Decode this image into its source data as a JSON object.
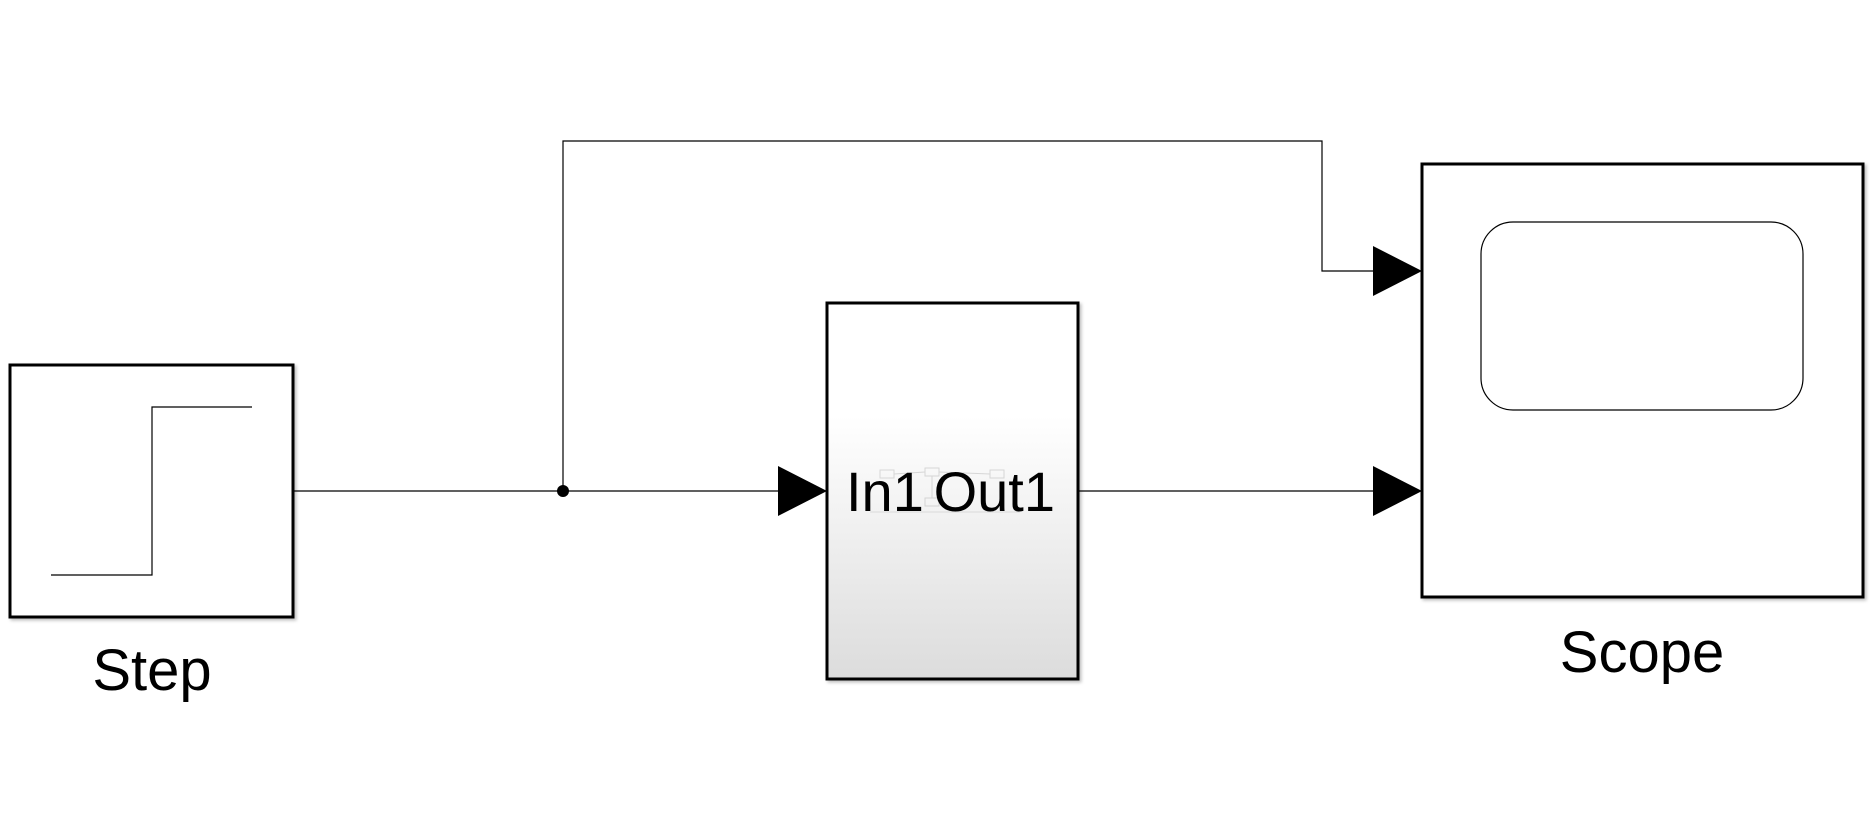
{
  "diagram": {
    "blocks": [
      {
        "id": "step",
        "label": "Step",
        "icon": "step-function-icon"
      },
      {
        "id": "subsystem",
        "port_in_label": "In1",
        "port_out_label": "Out1",
        "icon": "subsystem-icon"
      },
      {
        "id": "scope",
        "label": "Scope",
        "icon": "scope-display-icon"
      }
    ],
    "connections": [
      {
        "from": "step",
        "to": "subsystem"
      },
      {
        "from": "step",
        "to": "scope",
        "port": 1,
        "via": "branch-point"
      },
      {
        "from": "subsystem",
        "to": "scope",
        "port": 2
      }
    ]
  },
  "colors": {
    "line": "#000000",
    "background": "#ffffff",
    "subsystem_gradient_top": "#ffffff",
    "subsystem_gradient_bottom": "#dcdcdc"
  }
}
